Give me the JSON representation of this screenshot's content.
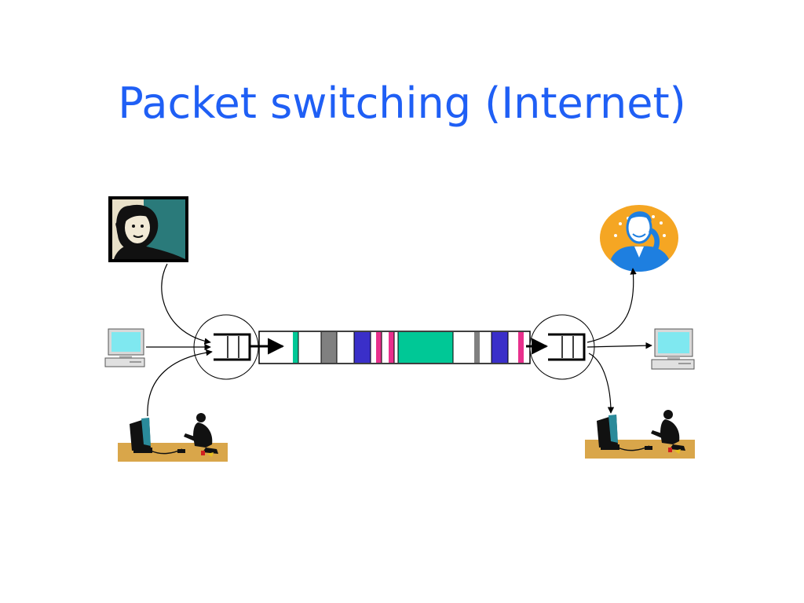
{
  "slide": {
    "title": "Packet switching (Internet)"
  },
  "colors": {
    "title": "#1f5ff5",
    "teal": "#00c896",
    "gray": "#808080",
    "blue": "#3a2fc9",
    "pink": "#e8308c",
    "white": "#ffffff",
    "screen": "#7fe8f0",
    "desk": "#d9a64a",
    "portrait_bg": "#2a7a7a",
    "phone_man_bg": "#f5a623",
    "phone_man_blue": "#1e7fe0"
  },
  "link_segments": [
    "teal",
    "white",
    "gray",
    "white",
    "blue",
    "white",
    "pink",
    "white",
    "pink",
    "teal",
    "white",
    "gray",
    "white",
    "blue",
    "white",
    "pink",
    "white"
  ],
  "icons": {
    "woman_phone": "woman-on-phone-icon",
    "man_phone": "man-on-phone-icon",
    "computer": "desktop-computer-icon",
    "workstation": "person-at-workstation-icon",
    "queue": "packet-queue-icon"
  }
}
